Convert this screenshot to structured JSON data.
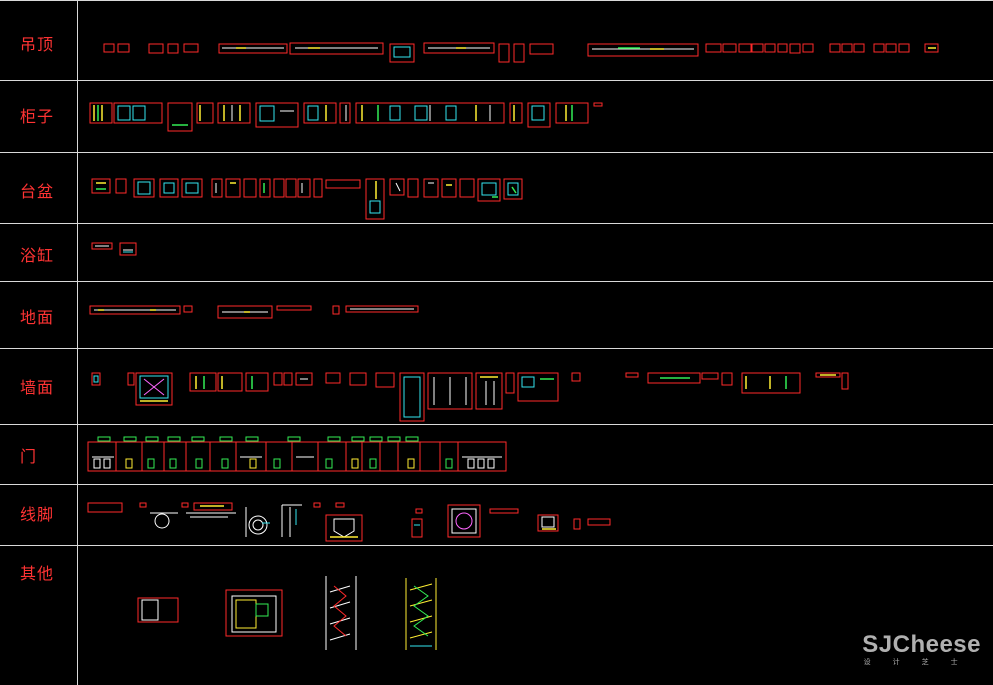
{
  "categories": [
    {
      "id": "ceiling",
      "label": "吊顶"
    },
    {
      "id": "cabinet",
      "label": "柜子"
    },
    {
      "id": "basin",
      "label": "台盆"
    },
    {
      "id": "bathtub",
      "label": "浴缸"
    },
    {
      "id": "floor",
      "label": "地面"
    },
    {
      "id": "wall",
      "label": "墙面"
    },
    {
      "id": "door",
      "label": "门"
    },
    {
      "id": "skirting",
      "label": "线脚"
    },
    {
      "id": "other",
      "label": "其他"
    }
  ],
  "watermark": {
    "brand": "SJCheese",
    "sub": "设计芝士"
  },
  "colors": {
    "frame": "#ff2a2a",
    "grid": "#d9d9d9",
    "cyan": "#35e6f0",
    "yellow": "#ffee33",
    "green": "#33ee55",
    "white": "#ffffff",
    "label": "#ff3333"
  }
}
